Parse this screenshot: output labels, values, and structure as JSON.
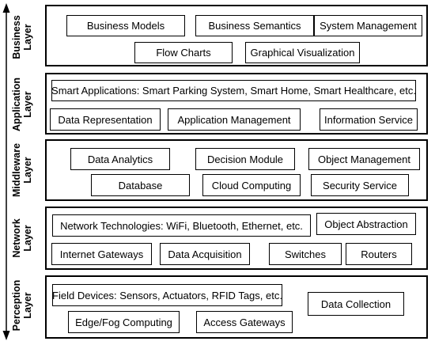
{
  "layers": [
    {
      "label_line1": "Business",
      "label_line2": "Layer",
      "items": [
        "Business Models",
        "Business Semantics",
        "System Management",
        "Flow Charts",
        "Graphical Visualization"
      ]
    },
    {
      "label_line1": "Application",
      "label_line2": "Layer",
      "items": [
        "Smart Applications: Smart Parking System, Smart Home, Smart Healthcare, etc.",
        "Data Representation",
        "Application Management",
        "Information Service"
      ]
    },
    {
      "label_line1": "Middleware",
      "label_line2": "Layer",
      "items": [
        "Data Analytics",
        "Decision Module",
        "Object Management",
        "Database",
        "Cloud Computing",
        "Security Service"
      ]
    },
    {
      "label_line1": "Network",
      "label_line2": "Layer",
      "items": [
        "Network Technologies: WiFi,  Bluetooth, Ethernet, etc.",
        "Object Abstraction",
        "Internet Gateways",
        "Data Acquisition",
        "Switches",
        "Routers"
      ]
    },
    {
      "label_line1": "Perception",
      "label_line2": "Layer",
      "items": [
        "Field Devices: Sensors, Actuators, RFID Tags, etc.",
        "Data Collection",
        "Edge/Fog Computing",
        "Access Gateways"
      ]
    }
  ]
}
